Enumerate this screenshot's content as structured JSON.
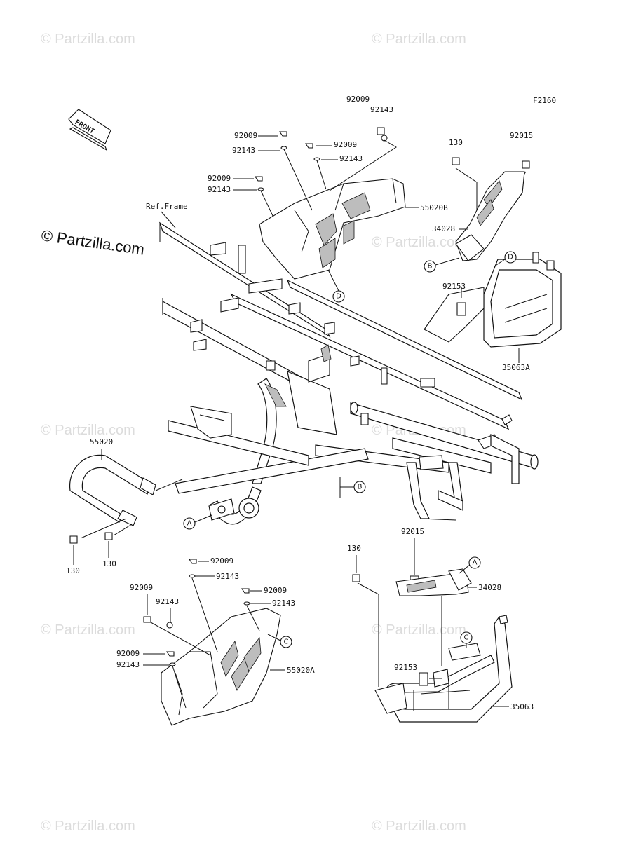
{
  "diagram_code": "F2160",
  "front_badge": "FRONT",
  "frame_ref_label": "Ref.Frame",
  "watermark_text": "© Partzilla.com",
  "watermark_main": "© Partzilla.com",
  "parts": {
    "p92009_a": "92009",
    "p92143_a": "92143",
    "p92009_b": "92009",
    "p92143_b": "92143",
    "p92009_c": "92009",
    "p92143_c": "92143",
    "p92009_d": "92009",
    "p92143_d": "92143",
    "p55020B": "55020B",
    "p130_a": "130",
    "p92015_a": "92015",
    "p34028_a": "34028",
    "p92153_a": "92153",
    "p35063A": "35063A",
    "p55020": "55020",
    "p130_b": "130",
    "p130_c": "130",
    "p130_d": "130",
    "p92015_b": "92015",
    "p34028_b": "34028",
    "p92153_b": "92153",
    "p35063": "35063",
    "p92009_e": "92009",
    "p92143_e": "92143",
    "p92009_f": "92009",
    "p92143_f": "92143",
    "p92009_g": "92009",
    "p92143_g": "92143",
    "p92009_h": "92009",
    "p92143_h": "92143",
    "p55020A": "55020A"
  },
  "callouts": {
    "d1": "D",
    "b1": "B",
    "d2": "D",
    "b2": "B",
    "a1": "A",
    "a2": "A",
    "c1": "C",
    "c2": "C"
  },
  "colors": {
    "ink": "#111111",
    "watermark": "#dcdcdc",
    "shade": "#bdbdbd"
  }
}
